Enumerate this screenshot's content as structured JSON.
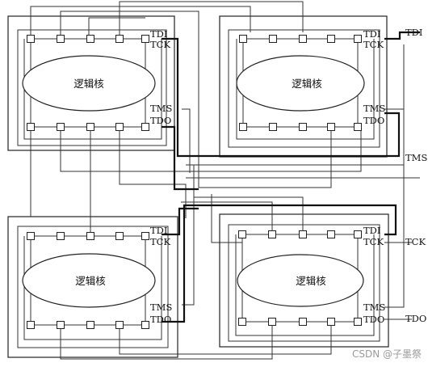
{
  "chips": [
    {
      "id": "top-left",
      "core_label": "逻辑核",
      "tdi": "TDI",
      "tck": "TCK",
      "tms": "TMS",
      "tdo": "TDO"
    },
    {
      "id": "top-right",
      "core_label": "逻辑核",
      "tdi": "TDI",
      "tck": "TCK",
      "tms": "TMS",
      "tdo": "TDO"
    },
    {
      "id": "bottom-left",
      "core_label": "逻辑核",
      "tdi": "TDI",
      "tck": "TCK",
      "tms": "TMS",
      "tdo": "TDO"
    },
    {
      "id": "bottom-right",
      "core_label": "逻辑核",
      "tdi": "TDI",
      "tck": "TCK",
      "tms": "TMS",
      "tdo": "TDO"
    }
  ],
  "external_signals": {
    "tdi": "TDI",
    "tms": "TMS",
    "tck": "TCK",
    "tdo": "TDO"
  },
  "watermark": "CSDN @子墨祭"
}
